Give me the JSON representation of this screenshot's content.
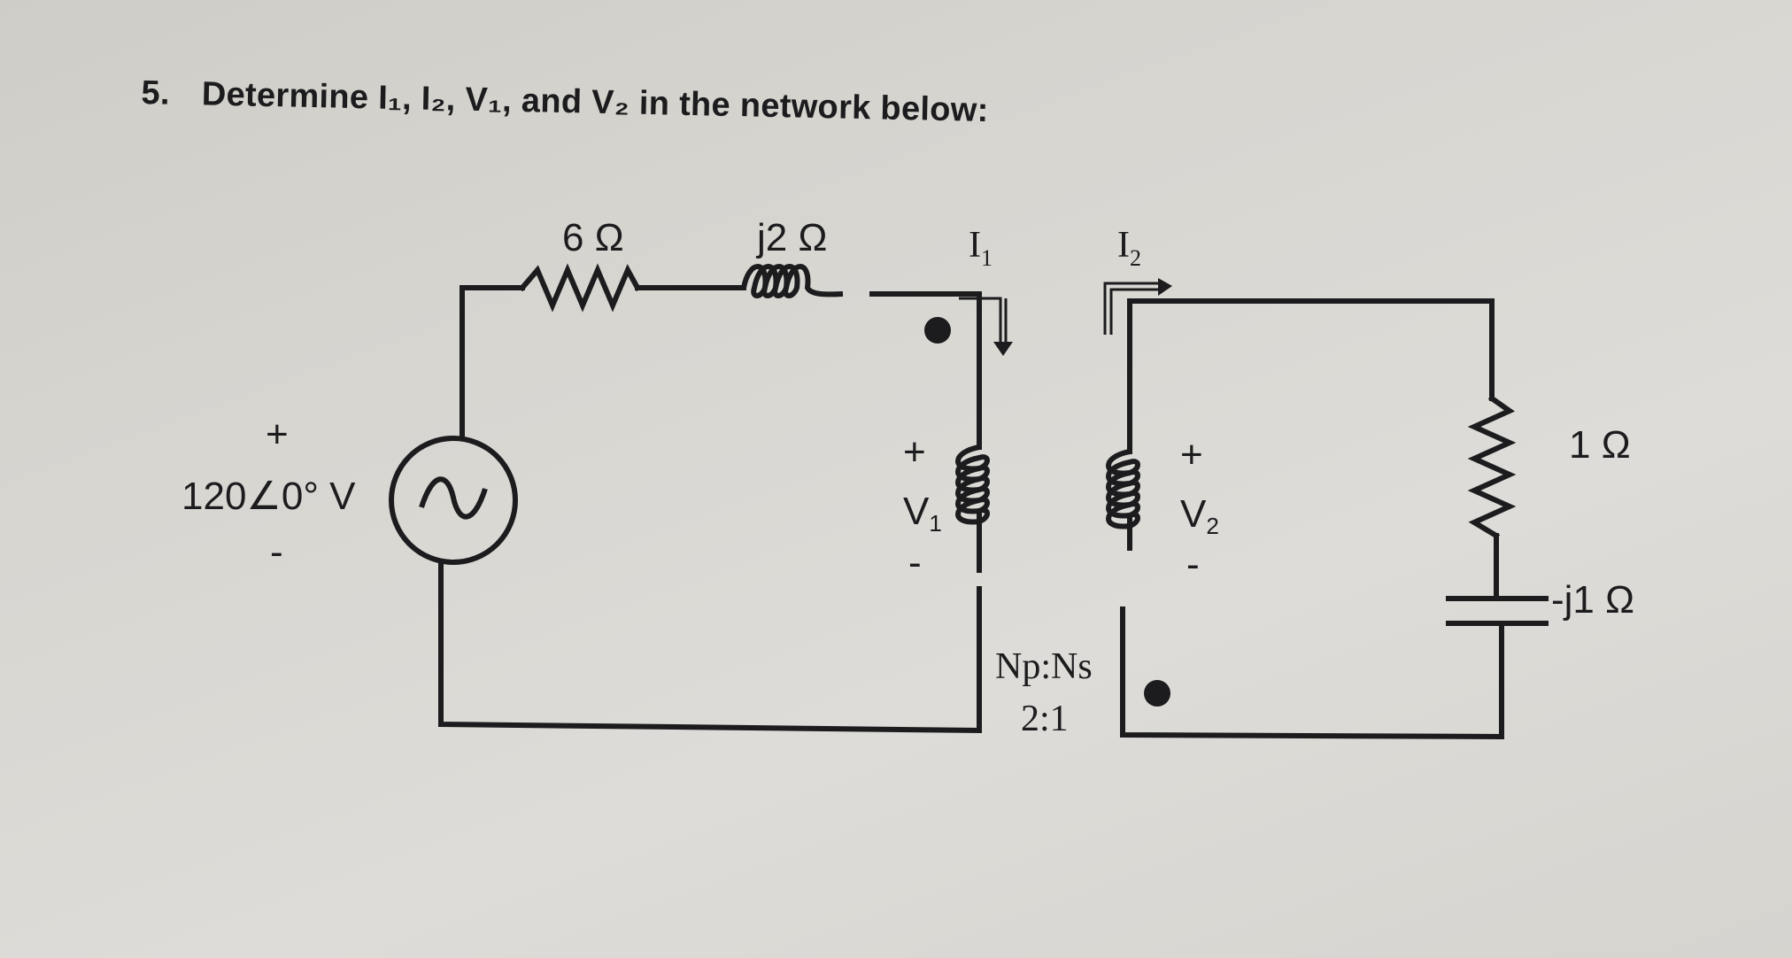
{
  "question": {
    "number": "5.",
    "text": "Determine I₁, I₂, V₁, and V₂ in the network below:"
  },
  "circuit": {
    "resistor_series": "6 Ω",
    "inductor_series": "j2 Ω",
    "source": {
      "plus": "+",
      "value": "120∠0° V",
      "minus": "-"
    },
    "current_1": {
      "base": "I",
      "sub": "1"
    },
    "current_2": {
      "base": "I",
      "sub": "2"
    },
    "primary_voltage": {
      "plus": "+",
      "base": "V",
      "sub": "1",
      "minus": "-"
    },
    "secondary_voltage": {
      "plus": "+",
      "base": "V",
      "sub": "2",
      "minus": "-"
    },
    "turns_ratio_label": "Np:Ns",
    "turns_ratio_value": "2:1",
    "load_resistor": "1 Ω",
    "load_capacitor": "-j1 Ω"
  },
  "colors": {
    "ink": "#1c1c1e",
    "paper": "#d8d6d1"
  }
}
